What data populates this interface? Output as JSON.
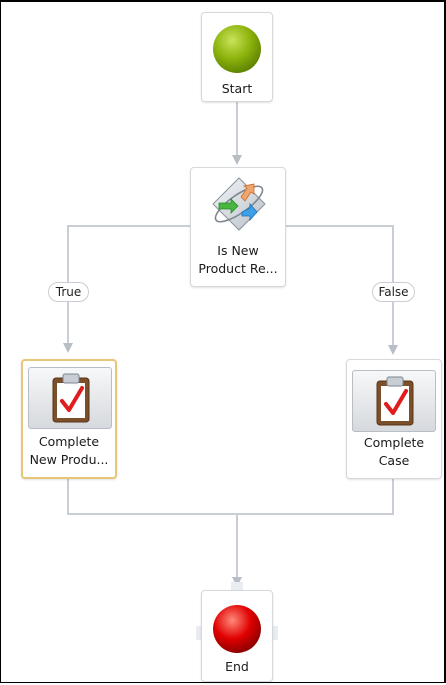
{
  "nodes": {
    "start": {
      "label": "Start"
    },
    "decision": {
      "label_line1": "Is New",
      "label_line2": "Product Re..."
    },
    "task_left": {
      "label_line1": "Complete",
      "label_line2": "New Produ..."
    },
    "task_right": {
      "label_line1": "Complete",
      "label_line2": "Case"
    },
    "end": {
      "label": "End"
    }
  },
  "branches": {
    "true_label": "True",
    "false_label": "False"
  },
  "colors": {
    "start_circle": "#8db30c",
    "end_circle": "#e00000",
    "connector": "#c9ced6",
    "selection_border": "#e7c777"
  },
  "icons": {
    "start": "green-circle-icon",
    "decision": "decision-arrows-icon",
    "task": "clipboard-checkmark-icon",
    "end": "red-circle-icon"
  }
}
